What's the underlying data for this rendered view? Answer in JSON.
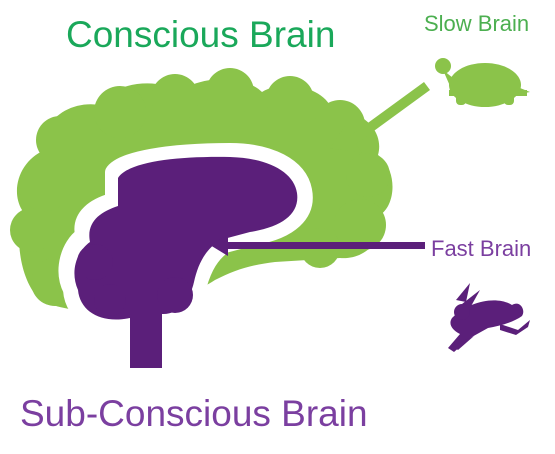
{
  "labels": {
    "conscious": "Conscious Brain",
    "slow": "Slow Brain",
    "fast": "Fast Brain",
    "subconscious": "Sub-Conscious Brain"
  },
  "colors": {
    "green": "#8bc34a",
    "green_text": "#1aa85a",
    "slow_text": "#4caf50",
    "purple": "#5b1f7a",
    "purple_text": "#7b3fa0"
  },
  "icons": {
    "slow": "turtle-icon",
    "fast": "rabbit-icon"
  }
}
